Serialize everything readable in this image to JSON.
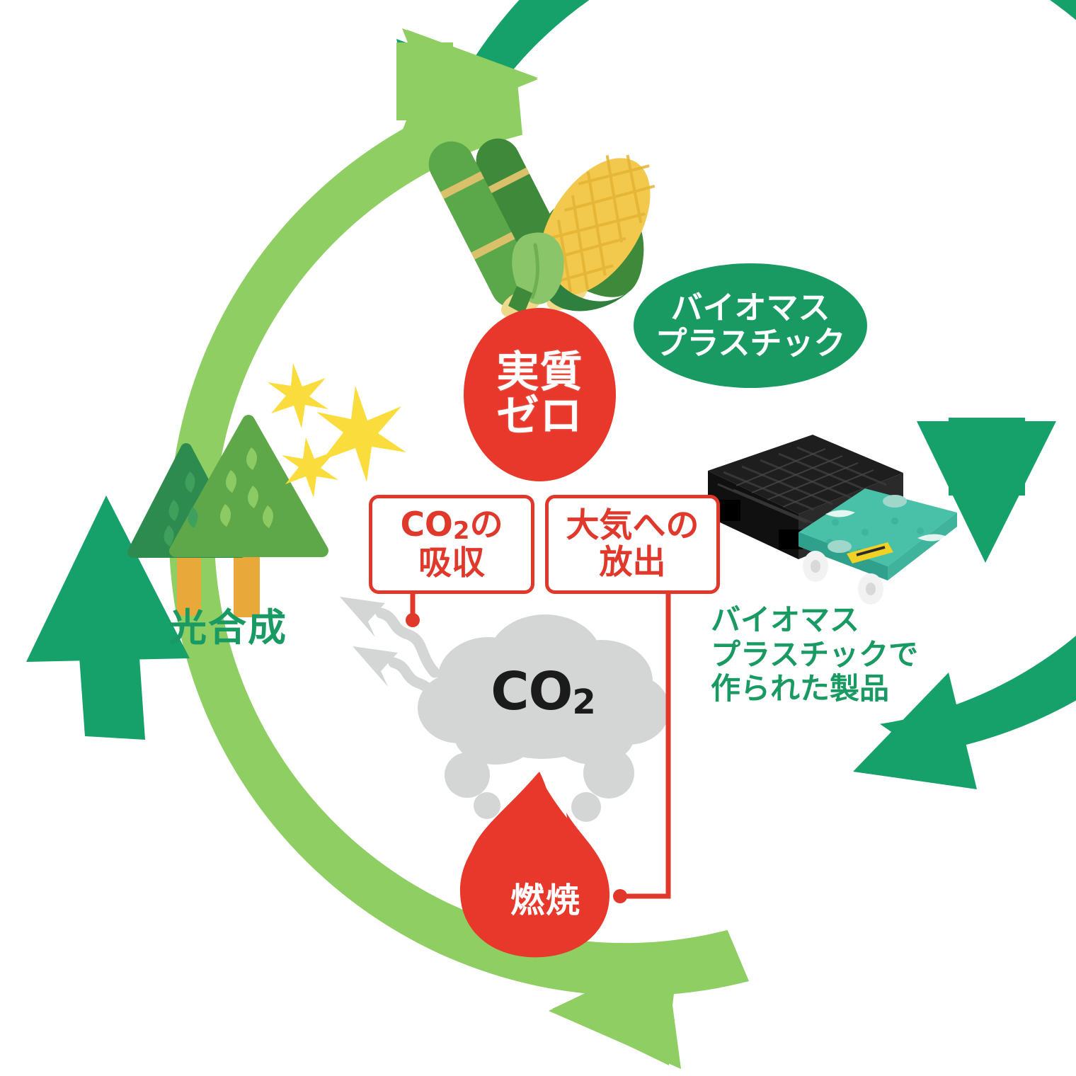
{
  "diagram": {
    "title_concept": "biomass-plastic-carbon-cycle",
    "colors": {
      "ring_light_green": "#8ECE62",
      "ring_dark_green": "#16A06A",
      "accent_red": "#E0392C",
      "label_green": "#1A9A63",
      "cloud_gray": "#D4D6D6",
      "flame_red": "#E8382B",
      "tree_dark": "#2E8B4F",
      "tree_light": "#5FA84A",
      "trunk_orange": "#E9A93A",
      "star_yellow": "#FADD3C",
      "corn_yellow": "#F2C94C",
      "cane_green": "#5BA84A"
    },
    "badges": {
      "net_zero": "実質\nゼロ",
      "net_zero_line1": "実質",
      "net_zero_line2": "ゼロ",
      "biomass_plastic_line1": "バイオマス",
      "biomass_plastic_line2": "プラスチック"
    },
    "callouts": {
      "absorb": {
        "line1_main": "CO",
        "line1_sub": "2",
        "line1_tail": "の",
        "line2": "吸収"
      },
      "emit": {
        "line1": "大気への",
        "line2": "放出"
      }
    },
    "labels": {
      "photosynthesis": "光合成",
      "product_line1": "バイオマス",
      "product_line2": "プラスチックで",
      "product_line3": "作られた製品"
    },
    "cloud": {
      "formula_main": "CO",
      "formula_sub": "2"
    },
    "flame": {
      "combustion": "燃焼"
    },
    "illustrations": {
      "feedstock": "sugarcane-and-corn",
      "forest": "two-conifer-trees-with-sparkles",
      "product_photo": "black-plastic-pallet-and-teal-plastic-dolly",
      "emission": "co2-cloud-with-flame"
    },
    "flow": {
      "absorption_arrows": "two-gray-wavy-arrows-up-left",
      "emission_connector": "red-elbow-line-from-emit-box-to-flame",
      "absorption_connector": "red-drop-line-from-absorb-box-to-wavy-arrows"
    }
  }
}
